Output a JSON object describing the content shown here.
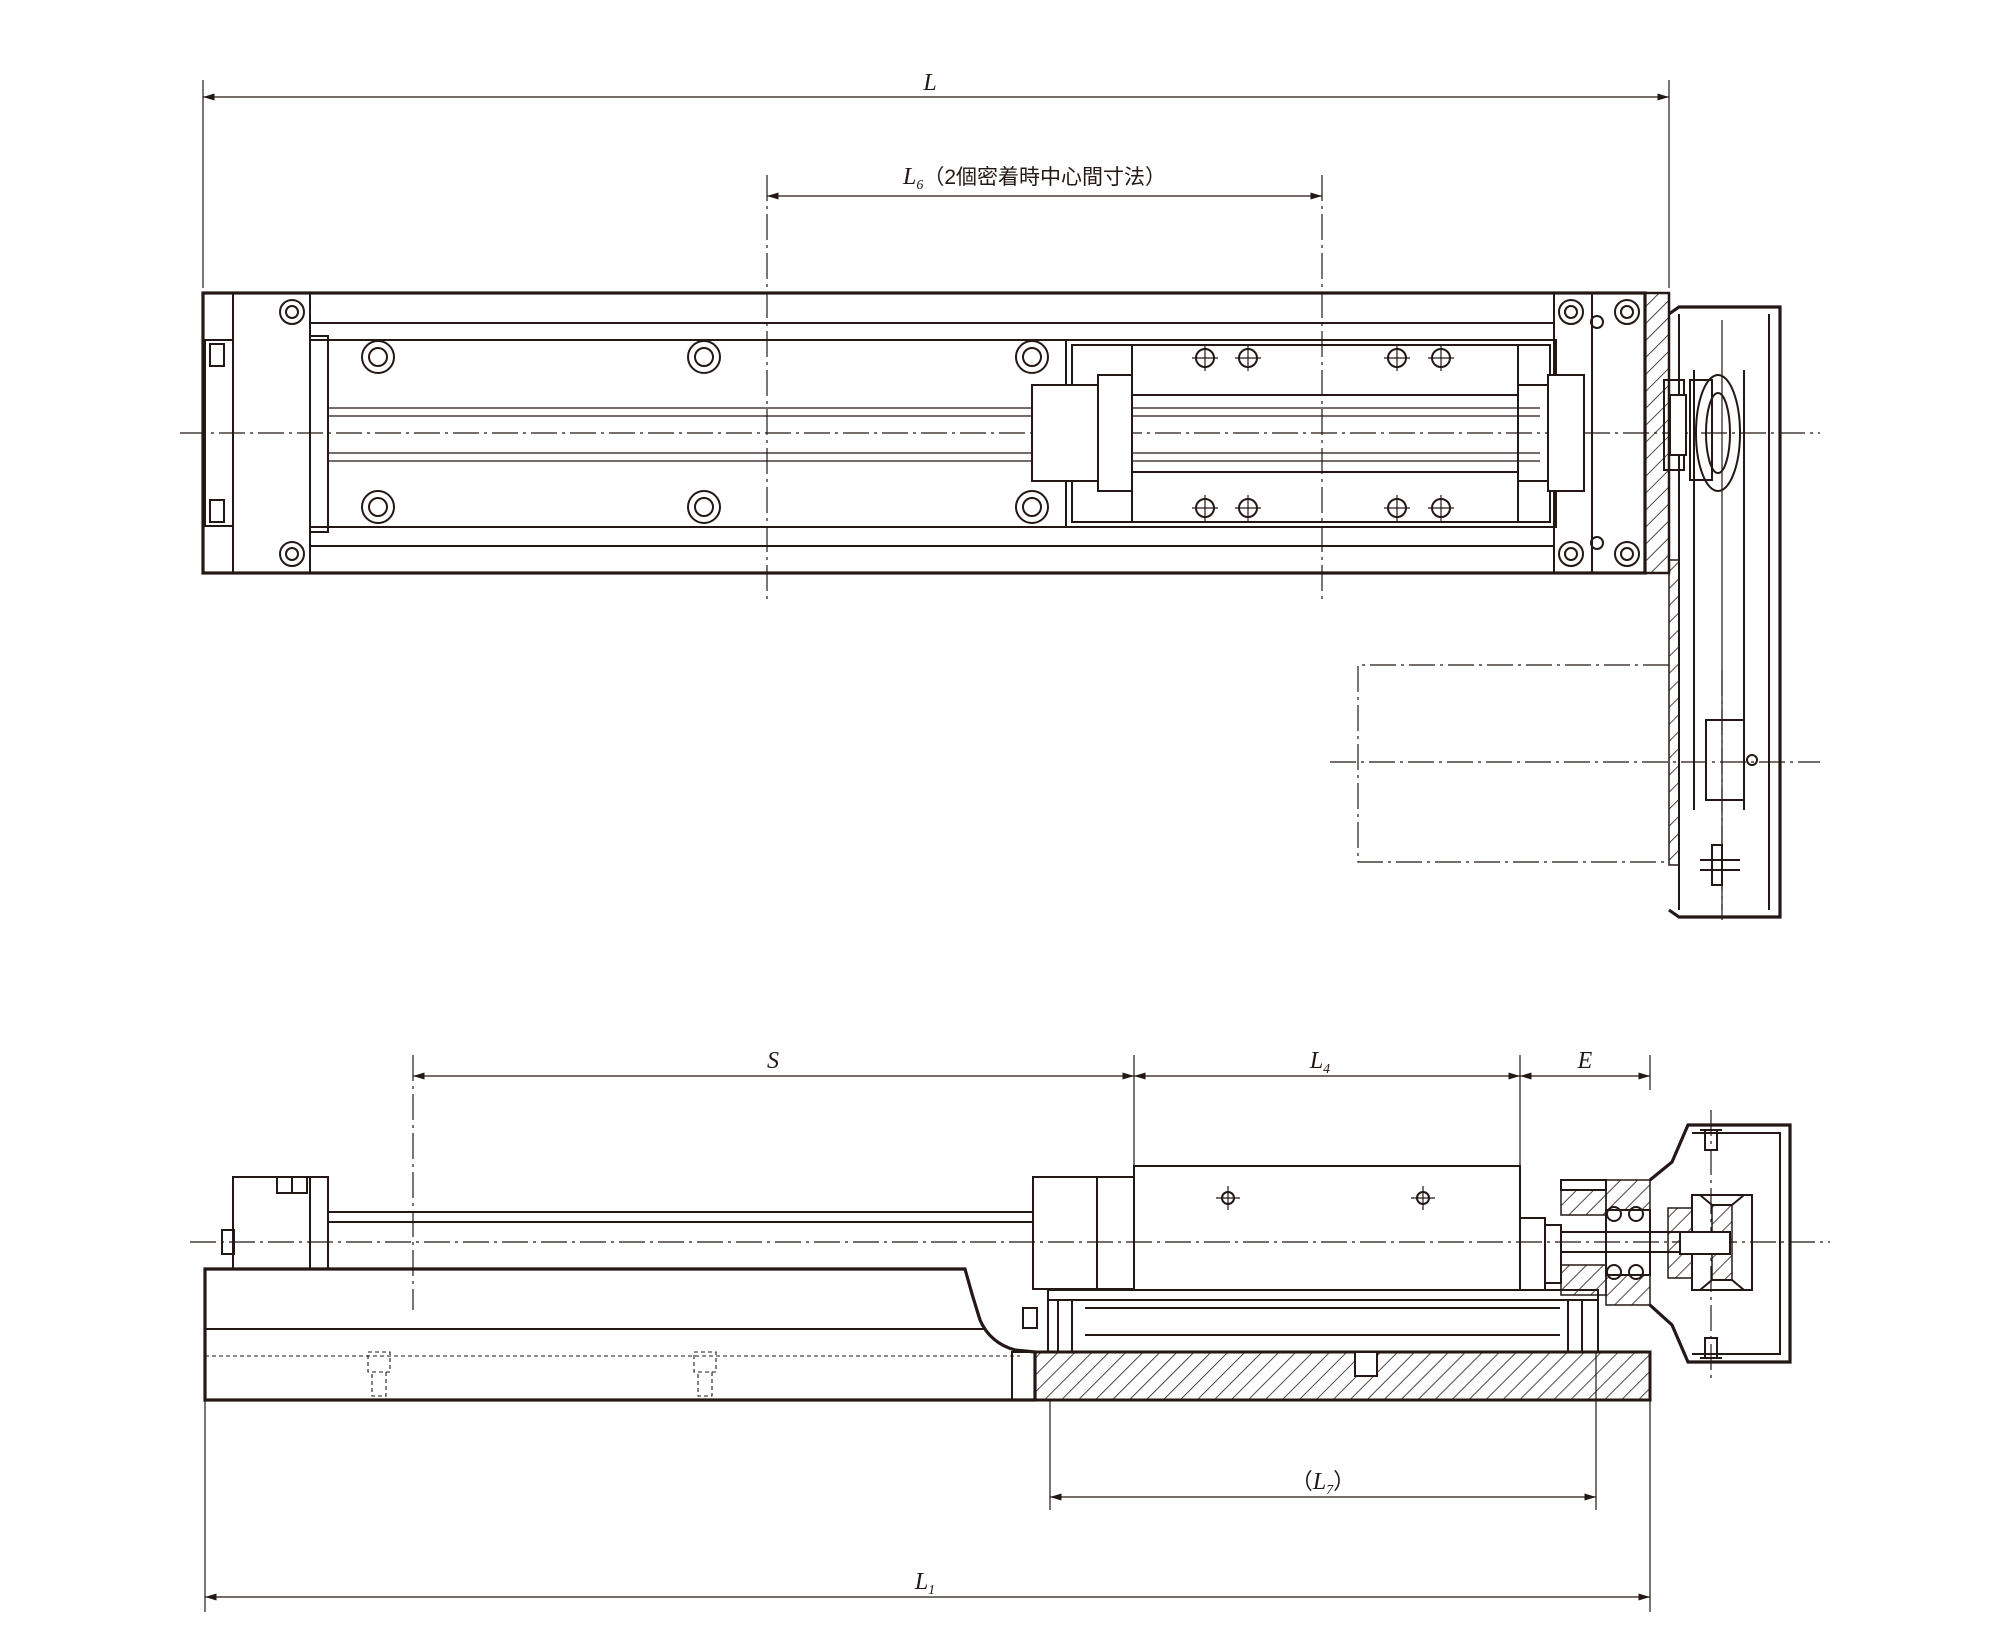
{
  "dimensions": {
    "L": {
      "letter": "L",
      "subscript": ""
    },
    "L6": {
      "letter": "L",
      "subscript": "6",
      "note": "（2個密着時中心間寸法）"
    },
    "S": {
      "letter": "S",
      "subscript": ""
    },
    "L4": {
      "letter": "L",
      "subscript": "4"
    },
    "E": {
      "letter": "E",
      "subscript": ""
    },
    "L7": {
      "open": "（",
      "letter": "L",
      "subscript": "7",
      "close": "）"
    },
    "L1": {
      "letter": "L",
      "subscript": "1"
    }
  },
  "colors": {
    "ink": "#231815",
    "paper": "#ffffff"
  }
}
